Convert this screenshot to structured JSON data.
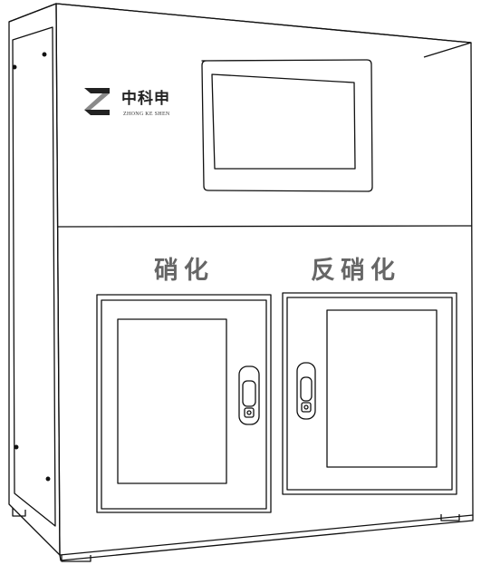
{
  "logo": {
    "icon": "zks-z-icon",
    "chinese_name": "中科申",
    "english_name": "ZHONG KE SHEN"
  },
  "compartments": {
    "left_label": "硝化",
    "right_label": "反硝化"
  },
  "colors": {
    "outline": "#111111",
    "label_text": "#666666",
    "logo_dark": "#222222",
    "logo_gray": "#8a8a8a"
  }
}
